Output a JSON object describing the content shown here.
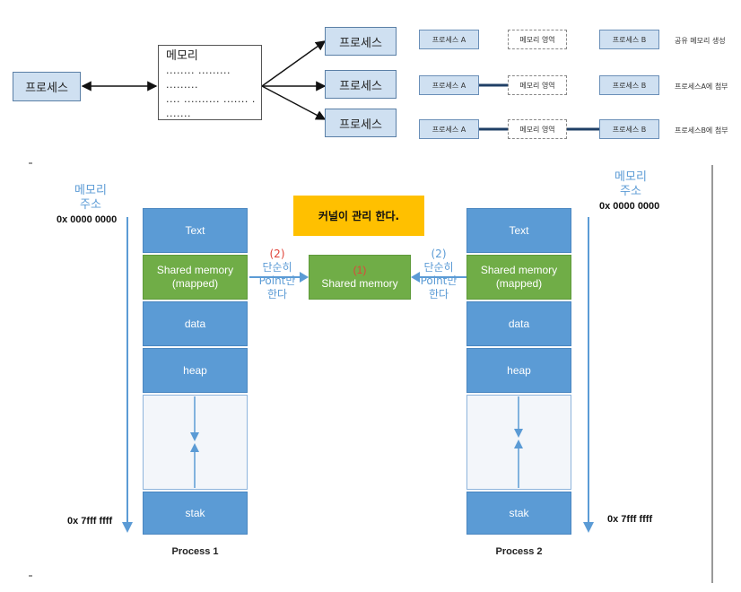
{
  "top": {
    "left_process": "프로세스",
    "memory_box": {
      "title": "메모리",
      "rows": [
        "........ .........",
        ".........",
        ".... .......... ....... .",
        "......."
      ]
    },
    "branch_processes": [
      "프로세스",
      "프로세스",
      "프로세스"
    ],
    "rows": [
      {
        "a": "프로세스 A",
        "region": "메모리 영역",
        "b": "프로세스 B",
        "note": "공유 메모리 생성"
      },
      {
        "a": "프로세스 A",
        "region": "메모리 영역",
        "b": "프로세스 B",
        "note": "프로세스A에 첨부"
      },
      {
        "a": "프로세스 A",
        "region": "메모리 영역",
        "b": "프로세스 B",
        "note": "프로세스B에 첨부"
      }
    ]
  },
  "diagram": {
    "address_title_left": "메모리\n주소",
    "address_title_right": "메모리\n주소",
    "addr_start": "0x 0000 0000",
    "addr_end": "0x 7fff ffff",
    "kernel_label": "커널이 관리 한다.",
    "shared_center": {
      "num": "(1)",
      "label": "Shared memory"
    },
    "annotation_left": {
      "num": "(2)",
      "text": "단순히\nPoint만\n한다"
    },
    "annotation_right": {
      "num": "(2)",
      "text": "단순히\nPoint만\n한다"
    },
    "segments": {
      "text": "Text",
      "shared": "Shared memory\n(mapped)",
      "data": "data",
      "heap": "heap",
      "stack": "stak"
    },
    "process1": "Process 1",
    "process2": "Process 2"
  }
}
